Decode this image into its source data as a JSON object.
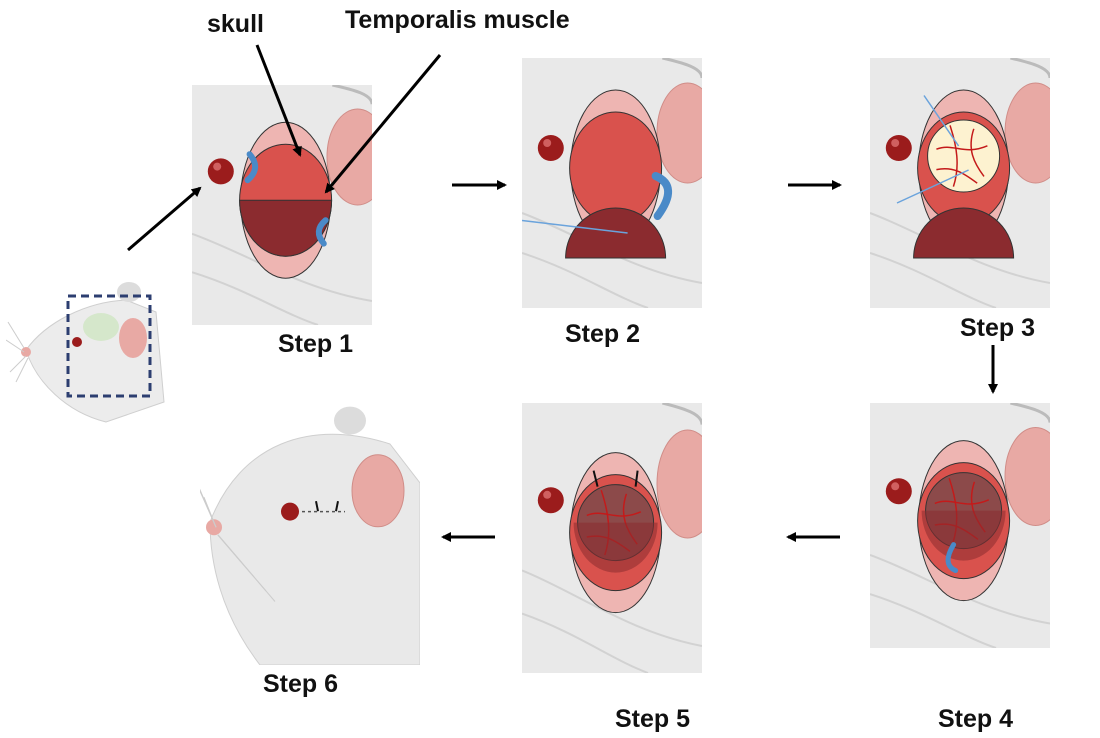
{
  "labels": {
    "skull": "skull",
    "temporalis": "Temporalis muscle"
  },
  "steps": [
    {
      "label": "Step 1"
    },
    {
      "label": "Step 2"
    },
    {
      "label": "Step 3"
    },
    {
      "label": "Step 4"
    },
    {
      "label": "Step 5"
    },
    {
      "label": "Step 6"
    }
  ],
  "colors": {
    "skin": "#e9e9e9",
    "skin_shadow": "#d2d2d2",
    "ear": "#e8a9a4",
    "eye": "#9b1c1c",
    "muscle_light": "#eeb5b2",
    "muscle_mid": "#d9524d",
    "muscle_dark": "#8b2b2f",
    "arrow_blue": "#4a8ac8",
    "thin_blue": "#6aa3dc",
    "craniotomy": "#fdf2d0",
    "vessel": "#c41a1a",
    "box_dash": "#2c3e70"
  }
}
